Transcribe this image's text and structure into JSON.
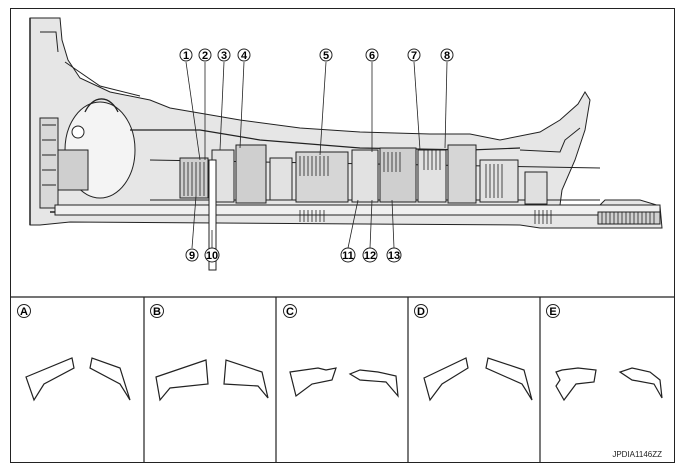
{
  "callouts": [
    "1",
    "2",
    "3",
    "4",
    "5",
    "6",
    "7",
    "8",
    "9",
    "10",
    "11",
    "12",
    "13"
  ],
  "panels": [
    "A",
    "B",
    "C",
    "D",
    "E"
  ],
  "reference_code": "JPDIA1146ZZ",
  "colors": {
    "line": "#222222",
    "background": "#ffffff"
  }
}
